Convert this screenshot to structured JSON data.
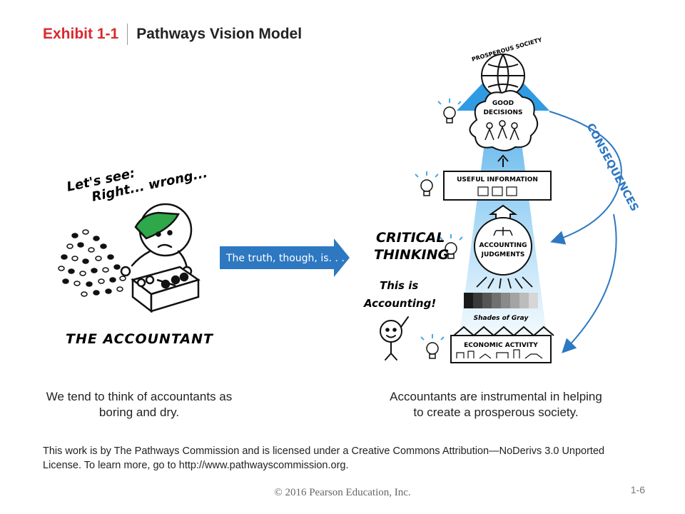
{
  "header": {
    "exhibit": "Exhibit 1-1",
    "title": "Pathways Vision Model"
  },
  "left": {
    "speech_line1": "Let's see:",
    "speech_line2": "Right... wrong...",
    "figure_label": "THE ACCOUNTANT",
    "caption_line1": "We tend to think of accountants as",
    "caption_line2": "boring and dry."
  },
  "arrow_text": "The truth, though, is. . . .",
  "right": {
    "critical_line1": "CRITICAL",
    "critical_line2": "THINKING",
    "this_is_line1": "This is",
    "this_is_line2": "Accounting!",
    "prosperous_society": "PROSPEROUS SOCIETY",
    "good_line1": "GOOD",
    "good_line2": "DECISIONS",
    "useful_information": "USEFUL INFORMATION",
    "accounting_line1": "ACCOUNTING",
    "accounting_line2": "JUDGMENTS",
    "shades_of_gray": "Shades of Gray",
    "economic_activity": "ECONOMIC ACTIVITY",
    "consequences": "CONSEQUENCES",
    "caption_line1": "Accountants are instrumental in helping",
    "caption_line2": "to create a prosperous society."
  },
  "footer": {
    "license_line1": "This work is by The Pathways Commission and is licensed under a Creative Commons Attribution—NoDerivs 3.0 Unported",
    "license_line2": "License. To learn more, go to http://www.pathwayscommission.org.",
    "copyright": "© 2016  Pearson Education, Inc.",
    "page": "1-6"
  },
  "colors": {
    "exhibit_red": "#d9292e",
    "arrow_blue": "#2e78c2",
    "beam_blue": "#4aa8e8",
    "cap_green": "#2ea84a"
  }
}
